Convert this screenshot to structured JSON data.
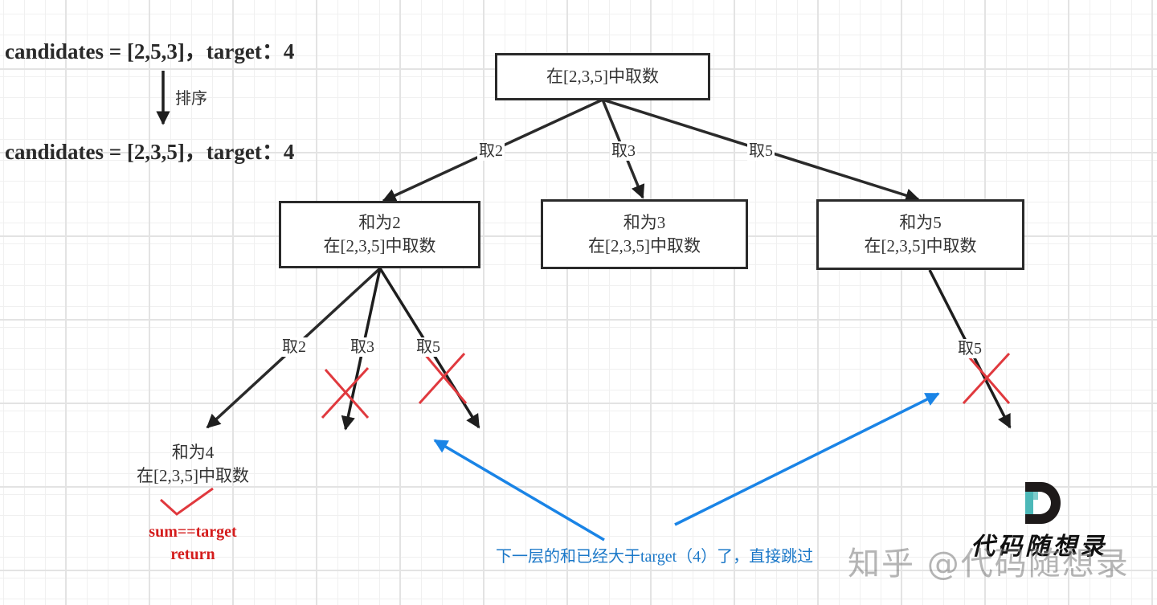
{
  "header": {
    "original_line": "candidates = [2,5,3]，target：4",
    "sort_label": "排序",
    "sorted_line": "candidates = [2,3,5]，target：4"
  },
  "tree": {
    "root": {
      "line1": "在[2,3,5]中取数"
    },
    "level1": [
      {
        "edge_label": "取2",
        "line1": "和为2",
        "line2": "在[2,3,5]中取数"
      },
      {
        "edge_label": "取3",
        "line1": "和为3",
        "line2": "在[2,3,5]中取数"
      },
      {
        "edge_label": "取5",
        "line1": "和为5",
        "line2": "在[2,3,5]中取数"
      }
    ],
    "level2_from_sum2": [
      {
        "edge_label": "取2",
        "pruned": false
      },
      {
        "edge_label": "取3",
        "pruned": true
      },
      {
        "edge_label": "取5",
        "pruned": true
      }
    ],
    "level2_from_sum5": [
      {
        "edge_label": "取5",
        "pruned": true
      }
    ],
    "leaf": {
      "line1": "和为4",
      "line2": "在[2,3,5]中取数"
    },
    "result": {
      "line1": "sum==target",
      "line2": "return"
    }
  },
  "annotation": {
    "note": "下一层的和已经大于target（4）了，直接跳过"
  },
  "branding": {
    "logo_letter": "D",
    "logo_text": "代码随想录",
    "watermark": "知乎 @代码随想录"
  },
  "colors": {
    "edge": "#2a2a2a",
    "prune_mark": "#e0393e",
    "check_mark": "#e0393e",
    "note_arrow": "#1a84e6",
    "result_text": "#d41c1c",
    "logo_teal": "#4cb8b8"
  }
}
